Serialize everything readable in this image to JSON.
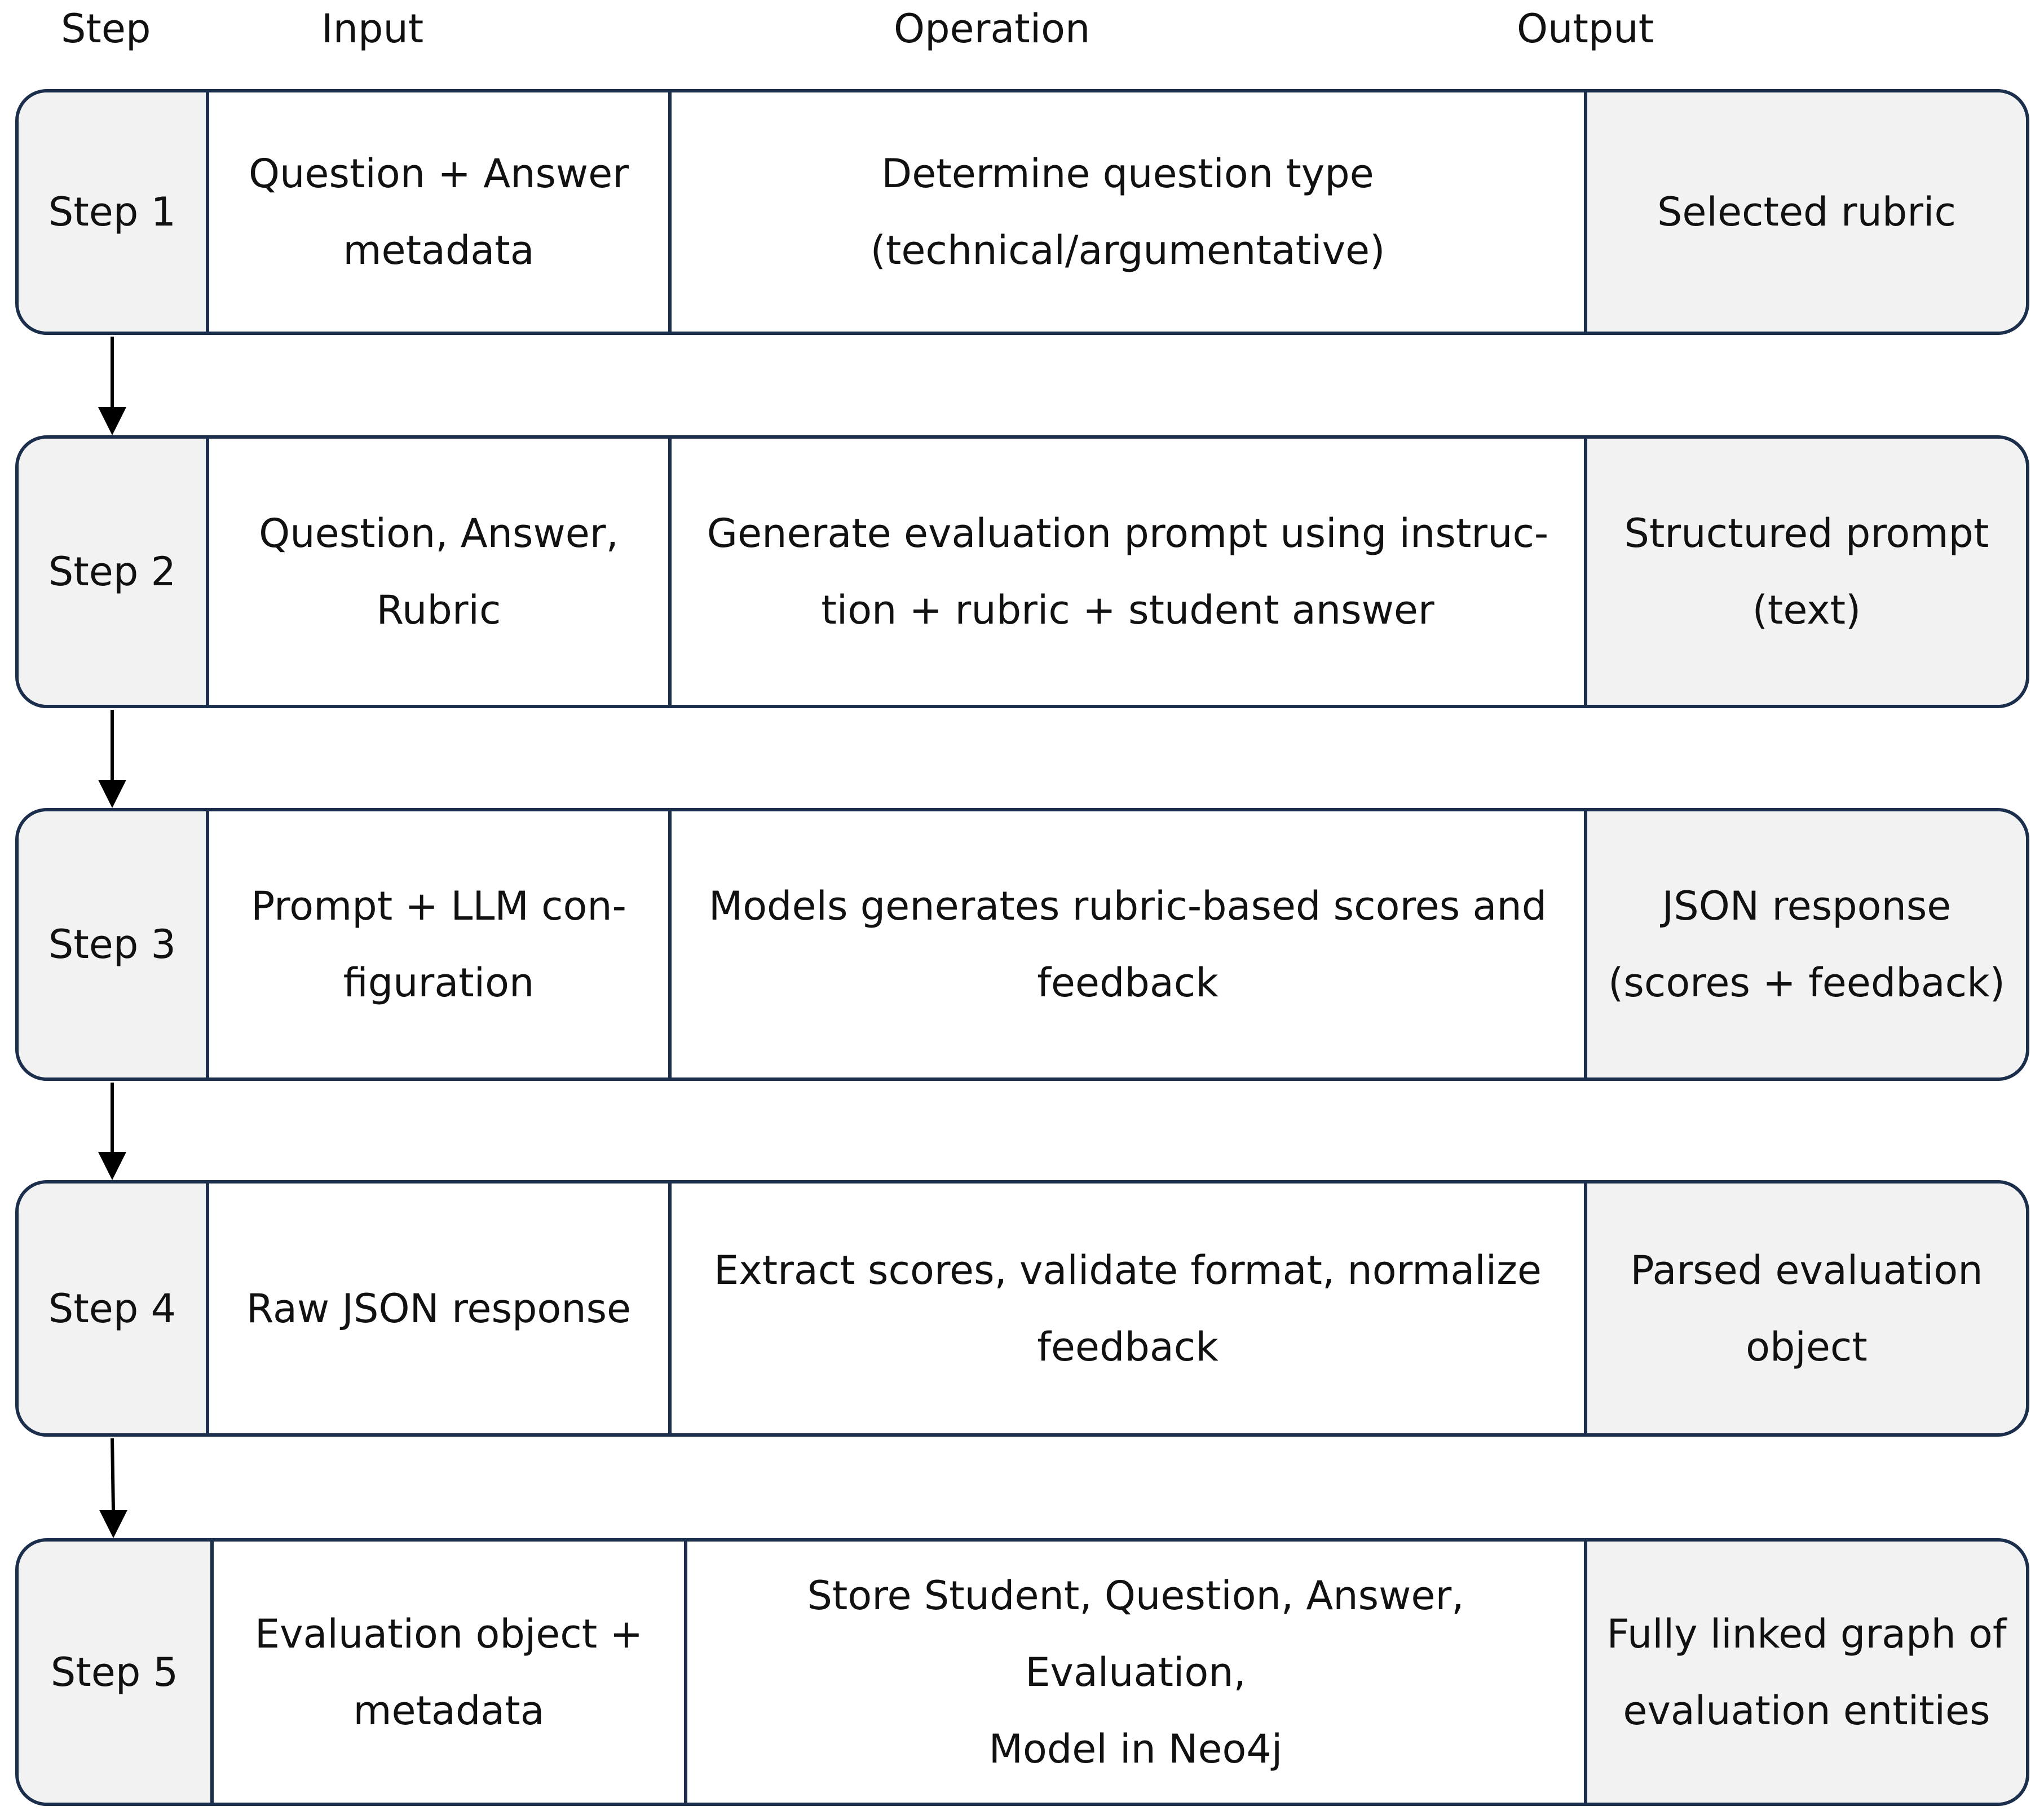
{
  "headers": {
    "step": "Step",
    "input": "Input",
    "operation": "Operation",
    "output": "Output"
  },
  "colors": {
    "border": "#1b2e4b",
    "shaded_cell": "#f2f2f2",
    "arrow": "#000000"
  },
  "rows": [
    {
      "step": "Step 1",
      "input": [
        "Question + Answer",
        "metadata"
      ],
      "operation": [
        "Determine question type",
        "(technical/argumentative)"
      ],
      "output": [
        "Selected rubric"
      ]
    },
    {
      "step": "Step 2",
      "input": [
        "Question, Answer,",
        "Rubric"
      ],
      "operation": [
        "Generate evaluation prompt using instruc-",
        "tion + rubric + student answer"
      ],
      "output": [
        "Structured prompt",
        "(text)"
      ]
    },
    {
      "step": "Step 3",
      "input": [
        "Prompt + LLM con-",
        "figuration"
      ],
      "operation": [
        "Models generates rubric-based scores and",
        "feedback"
      ],
      "output": [
        "JSON response",
        "(scores + feedback)"
      ]
    },
    {
      "step": "Step 4",
      "input": [
        "Raw JSON response"
      ],
      "operation": [
        "Extract scores, validate format, normalize",
        "feedback"
      ],
      "output": [
        "Parsed evaluation",
        "object"
      ]
    },
    {
      "step": "Step 5",
      "input": [
        "Evaluation object +",
        "metadata"
      ],
      "operation": [
        "Store Student, Question, Answer, Evaluation,",
        "Model in Neo4j"
      ],
      "output": [
        "Fully linked graph of",
        "evaluation entities"
      ]
    }
  ]
}
